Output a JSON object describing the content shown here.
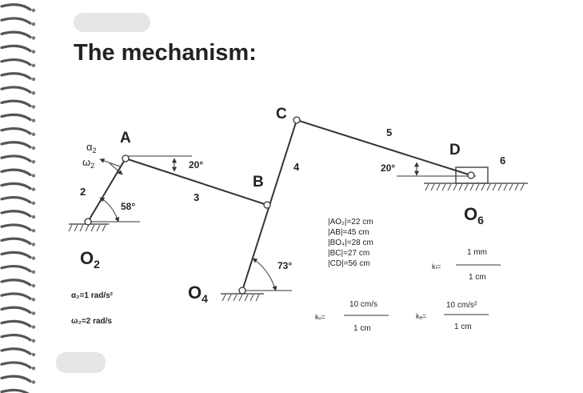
{
  "title": "The mechanism:",
  "points": {
    "A": "A",
    "B": "B",
    "C": "C",
    "D": "D"
  },
  "links": {
    "l2": "2",
    "l3": "3",
    "l4": "4",
    "l5": "5",
    "l6": "6"
  },
  "grounds": {
    "o2": {
      "main": "O",
      "sub": "2"
    },
    "o4": {
      "main": "O",
      "sub": "4"
    },
    "o6": {
      "main": "O",
      "sub": "6"
    }
  },
  "angles": {
    "a20_ab": "20°",
    "a58": "58°",
    "a73": "73°",
    "a20_cd": "20°"
  },
  "alpha2": {
    "main": "α",
    "sub": "2"
  },
  "omega2": {
    "main": "ω",
    "sub": "2"
  },
  "dimensions": [
    "|AO₂|=22 cm",
    "|AB|=45 cm",
    "|BO₄|=28 cm",
    "|BC|=27 cm",
    "|CD|=56 cm"
  ],
  "given": {
    "alpha": "α₂=1 rad/s²",
    "omega": "ω₂=2 rad/s"
  },
  "scales": {
    "kl": {
      "label": "kₗ=",
      "num": "1 mm",
      "den": "1 cm"
    },
    "kv": {
      "label": "kᵥ=",
      "num": "10 cm/s",
      "den": "1 cm"
    },
    "ka": {
      "label": "kₐ=",
      "num": "10 cm/s²",
      "den": "1 cm"
    }
  }
}
